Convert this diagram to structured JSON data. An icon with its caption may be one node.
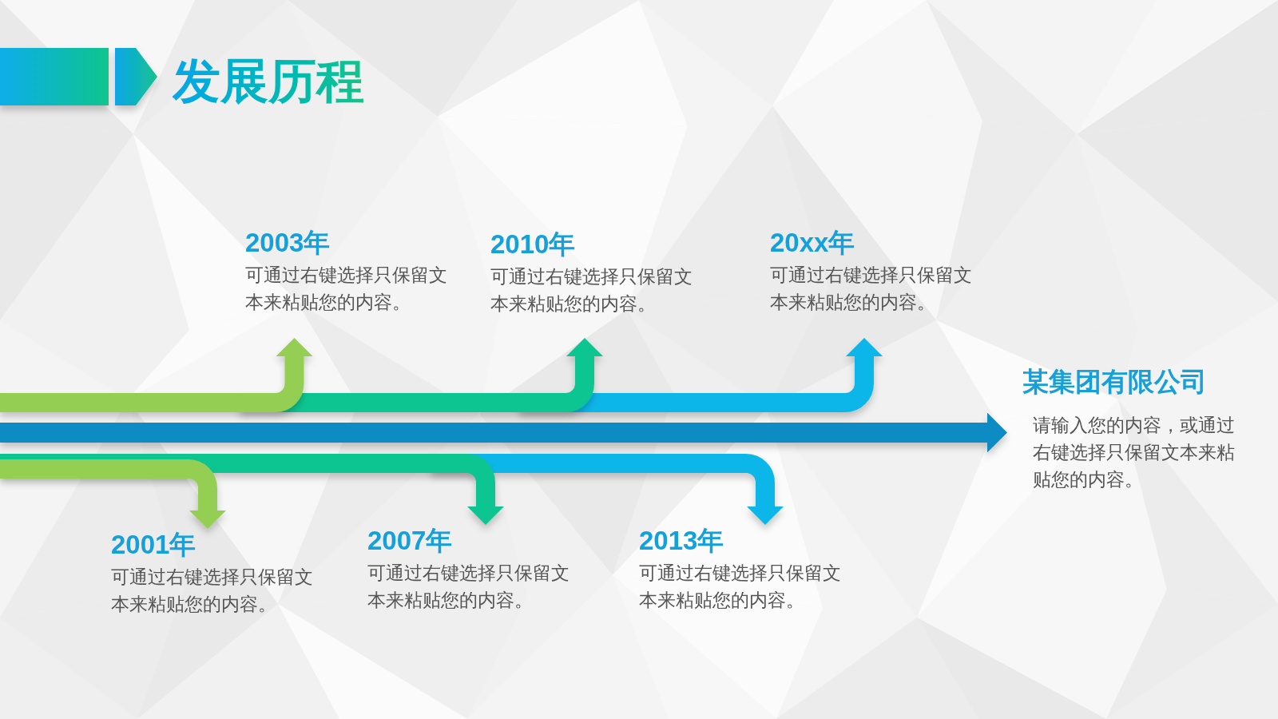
{
  "diagram": {
    "title": "发展历程",
    "nodes": [
      {
        "text": [
          "2003年",
          "可通过右键选择只保留文本来粘贴您的内容。"
        ]
      },
      {
        "text": [
          "2010年",
          "可通过右键选择只保留文本来粘贴您的内容。"
        ]
      },
      {
        "text": [
          "20xx年",
          "可通过右键选择只保留文本来粘贴您的内容。"
        ]
      },
      {
        "text": [
          "某集团有限公司",
          "请输入您的内容，或通过右键选择只保留文本来粘贴您的内容。"
        ]
      },
      {
        "text": [
          "2001年",
          "可通过右键选择只保留文本来粘贴您的内容。"
        ]
      },
      {
        "text": [
          "2007年",
          "可通过右键选择只保留文本来粘贴您的内容。"
        ]
      },
      {
        "text": [
          "2013年",
          "可通过右键选择只保留文本来粘贴您的内容。"
        ]
      }
    ],
    "edges": [
      {
        "from": null,
        "to": 0,
        "arrow": "to",
        "color": "#94cf52"
      },
      {
        "from": null,
        "to": 1,
        "arrow": "to",
        "color": "#0bc590"
      },
      {
        "from": null,
        "to": 2,
        "arrow": "to",
        "color": "#0ab6e8"
      },
      {
        "from": null,
        "to": 3,
        "arrow": "to",
        "color": "#0a8cc4"
      },
      {
        "from": null,
        "to": 4,
        "arrow": "to",
        "color": "#94cf52"
      },
      {
        "from": null,
        "to": 5,
        "arrow": "to",
        "color": "#0bc590"
      },
      {
        "from": null,
        "to": 6,
        "arrow": "to",
        "color": "#0ab6e8"
      }
    ]
  }
}
